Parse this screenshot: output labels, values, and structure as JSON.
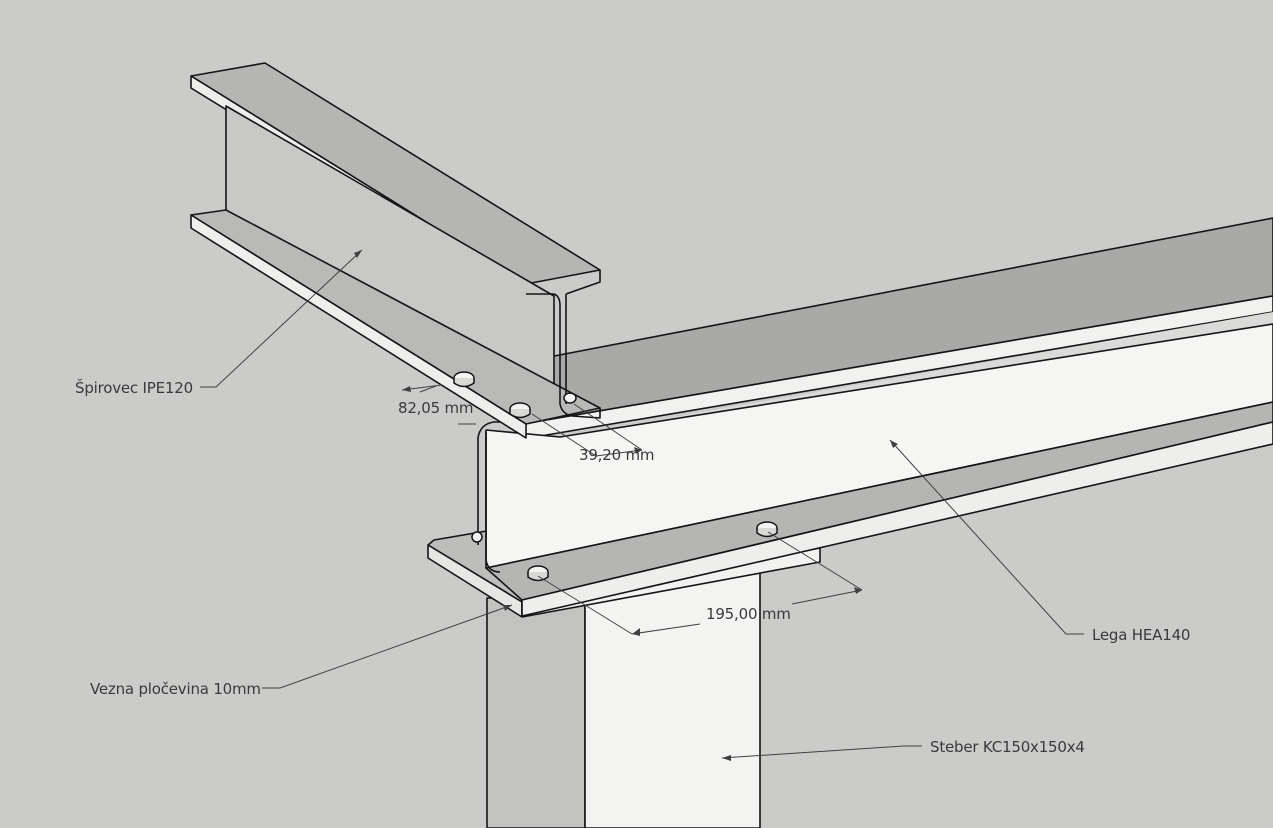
{
  "colors": {
    "background": "#cbcbc9",
    "steel_light": "#f3f3f1",
    "steel_mid": "#c6c6c4",
    "steel_dark": "#a9a9a7",
    "edge": "#151515",
    "leader": "#404040"
  },
  "labels": {
    "rafter": "Špirovec IPE120",
    "purlin": "Lega HEA140",
    "plate": "Vezna pločevina 10mm",
    "column": "Steber KC150x150x4"
  },
  "dimensions": {
    "bolt_spacing_rafter": "82,05 mm",
    "bolt_edge_rafter": "39,20 mm",
    "bolt_spacing_plate": "195,00 mm"
  }
}
